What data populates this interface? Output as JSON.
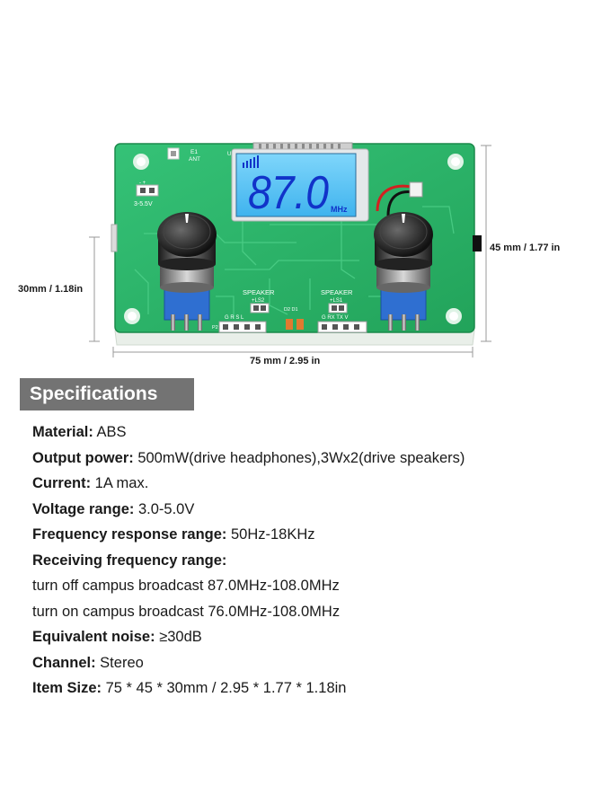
{
  "board": {
    "lcd_frequency": "87.0",
    "lcd_unit": "MHz",
    "ant_label_1": "E1",
    "ant_label_2": "ANT",
    "power_label": "3-5.5V",
    "power_pins": "-  +",
    "speaker_left_label": "SPEAKER",
    "speaker_left_sub": "+LS2",
    "speaker_right_label": "SPEAKER",
    "speaker_right_sub": "+LS1",
    "u6_label": "U6",
    "led_labels": "D2  D1",
    "pins_left": "G  R  S  L",
    "pins_right": "G  RX  TX  V",
    "p2_label": "P2",
    "colors": {
      "pcb": "#2fb36a",
      "pcb_dark": "#1f8f52",
      "lcd_bg": "#5ec8f5",
      "lcd_digits": "#1133c9"
    }
  },
  "dimensions": {
    "height": "45 mm / 1.77 in",
    "depth": "30mm / 1.18in",
    "width": "75 mm / 2.95 in"
  },
  "specifications": {
    "title": "Specifications",
    "rows": [
      {
        "label": "Material:",
        "value": " ABS"
      },
      {
        "label": "Output power:",
        "value": " 500mW(drive headphones),3Wx2(drive speakers)"
      },
      {
        "label": "Current:",
        "value": " 1A max."
      },
      {
        "label": "Voltage range:",
        "value": " 3.0-5.0V"
      },
      {
        "label": "Frequency response range:",
        "value": " 50Hz-18KHz"
      },
      {
        "label": "Receiving frequency range:",
        "value": ""
      },
      {
        "label": "",
        "value": "turn off campus broadcast 87.0MHz-108.0MHz"
      },
      {
        "label": "",
        "value": "turn on campus broadcast 76.0MHz-108.0MHz"
      },
      {
        "label": "Equivalent noise:",
        "value": " ≥30dB"
      },
      {
        "label": "Channel:",
        "value": " Stereo"
      },
      {
        "label": "Item Size:",
        "value": " 75 * 45 * 30mm / 2.95 * 1.77 * 1.18in"
      }
    ]
  }
}
